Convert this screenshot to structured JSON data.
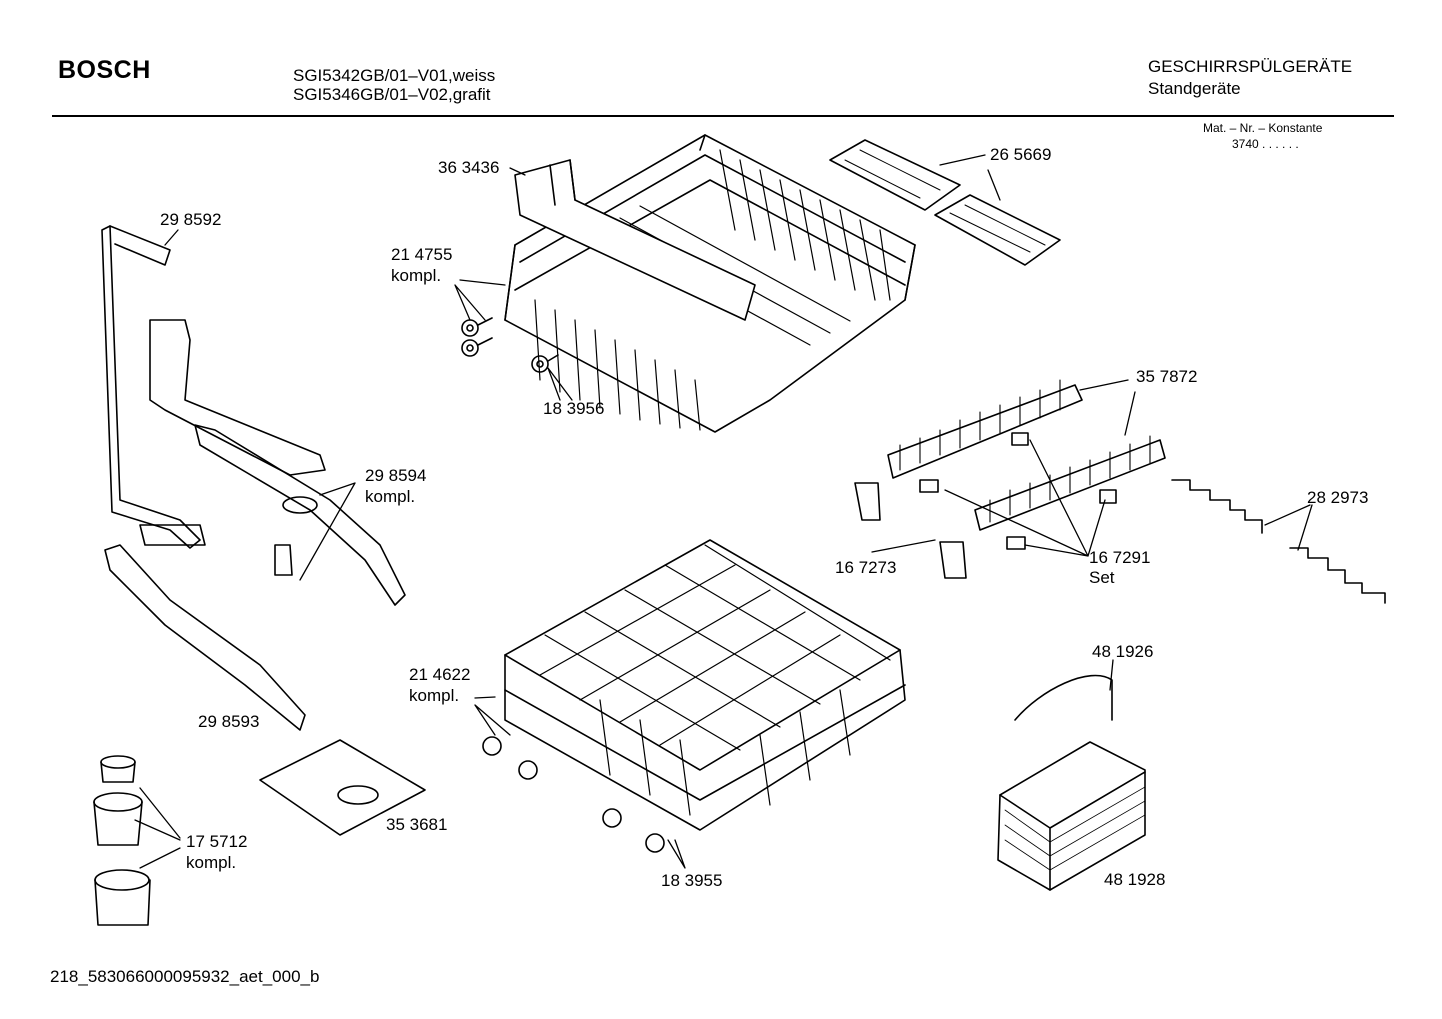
{
  "header": {
    "brand": "BOSCH",
    "model_line_1": "SGI5342GB/01–V01,weiss",
    "model_line_2": "SGI5346GB/01–V02,grafit",
    "category": "GESCHIRRSPÜLGERÄTE",
    "subcategory": "Standgeräte",
    "mat_nr_label": "Mat. – Nr. – Konstante",
    "mat_nr_value": "3740 . .  . . . ."
  },
  "parts": {
    "p363436": "36 3436",
    "p214755": "21 4755",
    "p214755_note": "kompl.",
    "p183956": "18 3956",
    "p265669": "26 5669",
    "p298592": "29 8592",
    "p298594": "29 8594",
    "p298594_note": "kompl.",
    "p298593": "29 8593",
    "p357872": "35 7872",
    "p282973": "28 2973",
    "p167273": "16 7273",
    "p167291": "16 7291",
    "p167291_note": "Set",
    "p214622": "21 4622",
    "p214622_note": "kompl.",
    "p183955": "18 3955",
    "p481926": "48 1926",
    "p481928": "48 1928",
    "p353681": "35 3681",
    "p175712": "17 5712",
    "p175712_note": "kompl."
  },
  "footer": {
    "code": "218_583066000095932_aet_000_b"
  }
}
